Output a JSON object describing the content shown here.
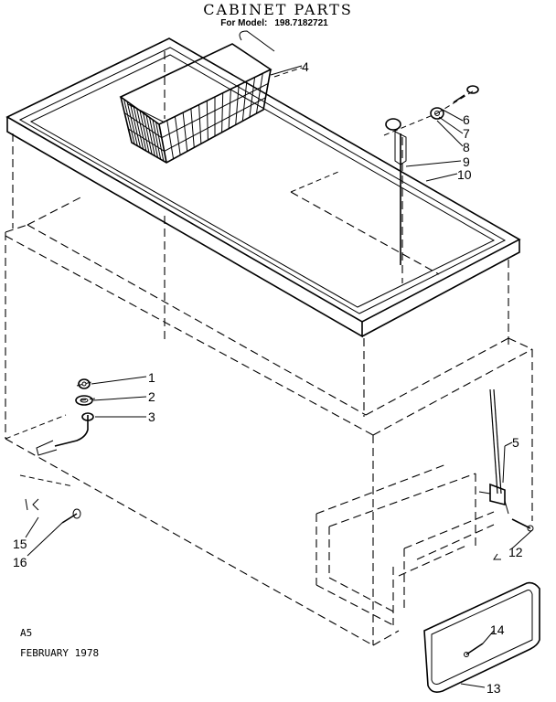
{
  "title": "CABINET PARTS",
  "model": {
    "label": "For Model:",
    "number": "198.7182721"
  },
  "footer": {
    "code": "A5",
    "date": "FEBRUARY  1978"
  },
  "callouts": [
    "1",
    "2",
    "3",
    "4",
    "5",
    "6",
    "7",
    "8",
    "9",
    "10",
    "12",
    "13",
    "14",
    "15",
    "16"
  ]
}
